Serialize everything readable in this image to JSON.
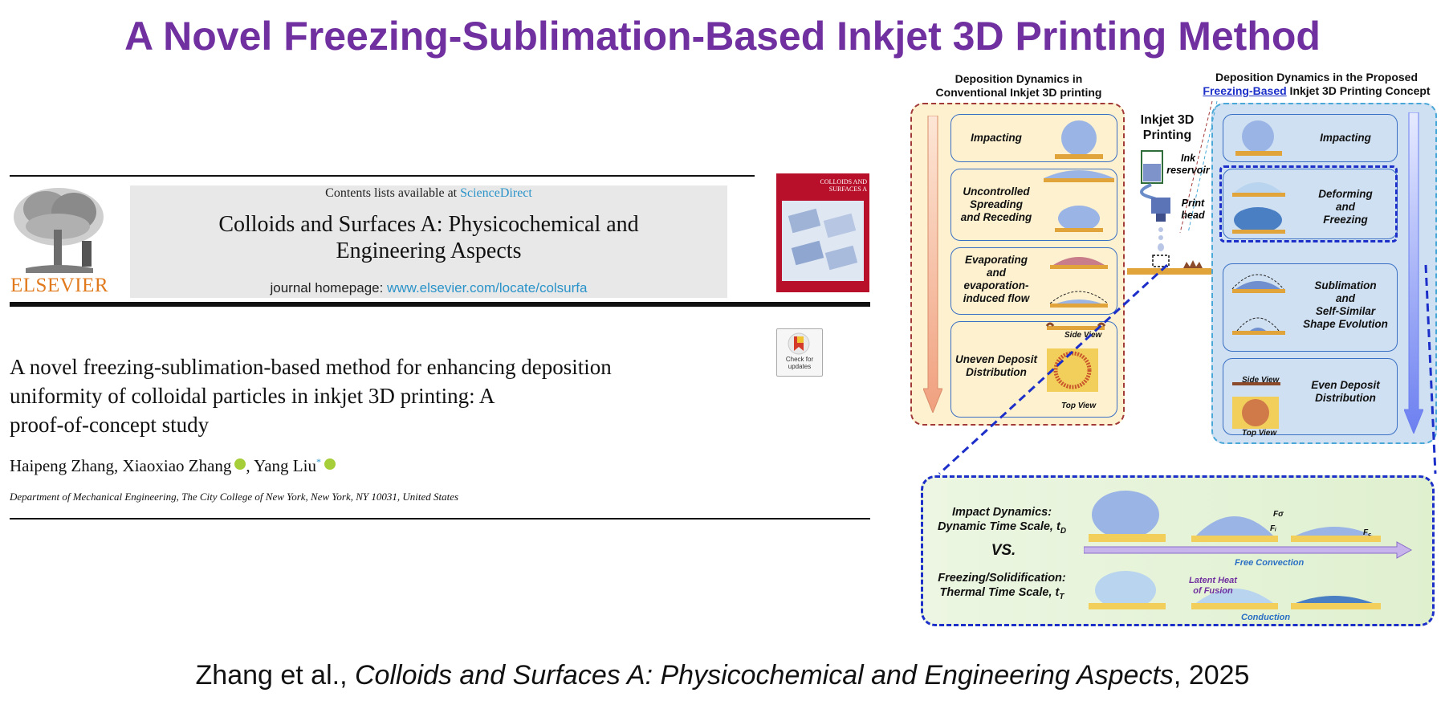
{
  "slide": {
    "title": "A Novel Freezing-Sublimation-Based Inkjet 3D Printing Method",
    "citation": {
      "authors": "Zhang et al., ",
      "journal": "Colloids and Surfaces A: Physicochemical and Engineering Aspects",
      "year": ", 2025"
    }
  },
  "paper": {
    "publisher": "ELSEVIER",
    "contents_prefix": "Contents lists available at ",
    "contents_link": "ScienceDirect",
    "journal_line1": "Colloids and Surfaces A: Physicochemical and",
    "journal_line2": "Engineering Aspects",
    "homepage_prefix": "journal homepage: ",
    "homepage_url": "www.elsevier.com/locate/colsurfa",
    "cover_title": "COLLOIDS AND SURFACES A",
    "check_badge": "Check for updates",
    "title_line1": "A novel freezing-sublimation-based method for enhancing deposition",
    "title_line2": "uniformity of colloidal particles in inkjet 3D printing: A",
    "title_line3": "proof-of-concept study",
    "author1": "Haipeng Zhang",
    "author2": "Xiaoxiao Zhang",
    "author3": "Yang Liu",
    "author_sep1": ", ",
    "author_sep2": ", ",
    "corresponding_mark": "*",
    "affiliation": "Department of Mechanical Engineering, The City College of New York, New York, NY 10031, United States"
  },
  "figure": {
    "left_heading_line1": "Deposition Dynamics in",
    "left_heading_line2": "Conventional Inkjet 3D printing",
    "right_heading_line1": "Deposition Dynamics in the Proposed",
    "right_heading_link": "Freezing-Based",
    "right_heading_rest": " Inkjet 3D Printing Concept",
    "center_heading_line1": "Inkjet 3D",
    "center_heading_line2": "Printing",
    "ink_reservoir_line1": "Ink",
    "ink_reservoir_line2": "reservoir",
    "print_head_line1": "Print",
    "print_head_line2": "head",
    "left_steps": [
      {
        "l1": "Impacting"
      },
      {
        "l1": "Uncontrolled",
        "l2": "Spreading",
        "l3": "and Receding"
      },
      {
        "l1": "Evaporating",
        "l2": "and",
        "l3": "evaporation-",
        "l4": "induced flow"
      },
      {
        "l1": "Uneven Deposit",
        "l2": "Distribution"
      }
    ],
    "right_steps": [
      {
        "l1": "Impacting"
      },
      {
        "l1": "Deforming",
        "l2": "and",
        "l3": "Freezing"
      },
      {
        "l1": "Sublimation",
        "l2": "and",
        "l3": "Self-Similar",
        "l4": "Shape Evolution"
      },
      {
        "l1": "Even Deposit",
        "l2": "Distribution"
      }
    ],
    "side_view": "Side View",
    "top_view": "Top View",
    "bottom": {
      "impact_line1": "Impact Dynamics:",
      "impact_line2": "Dynamic Time Scale, t",
      "impact_sub": "D",
      "vs": "VS.",
      "freeze_line1": "Freezing/Solidification:",
      "freeze_line2": "Thermal Time Scale, t",
      "freeze_sub": "T",
      "free_convection": "Free Convection",
      "latent_heat_line1": "Latent Heat",
      "latent_heat_line2": "of Fusion",
      "conduction": "Conduction",
      "force_sigma": "Fσ",
      "force_i": "Fᵢ",
      "force_c": "F꜀"
    },
    "colors": {
      "title_purple": "#7030a0",
      "conventional_border": "#a23a3a",
      "proposed_border": "#4aa8d8",
      "detail_border": "#1c2fc9"
    }
  }
}
